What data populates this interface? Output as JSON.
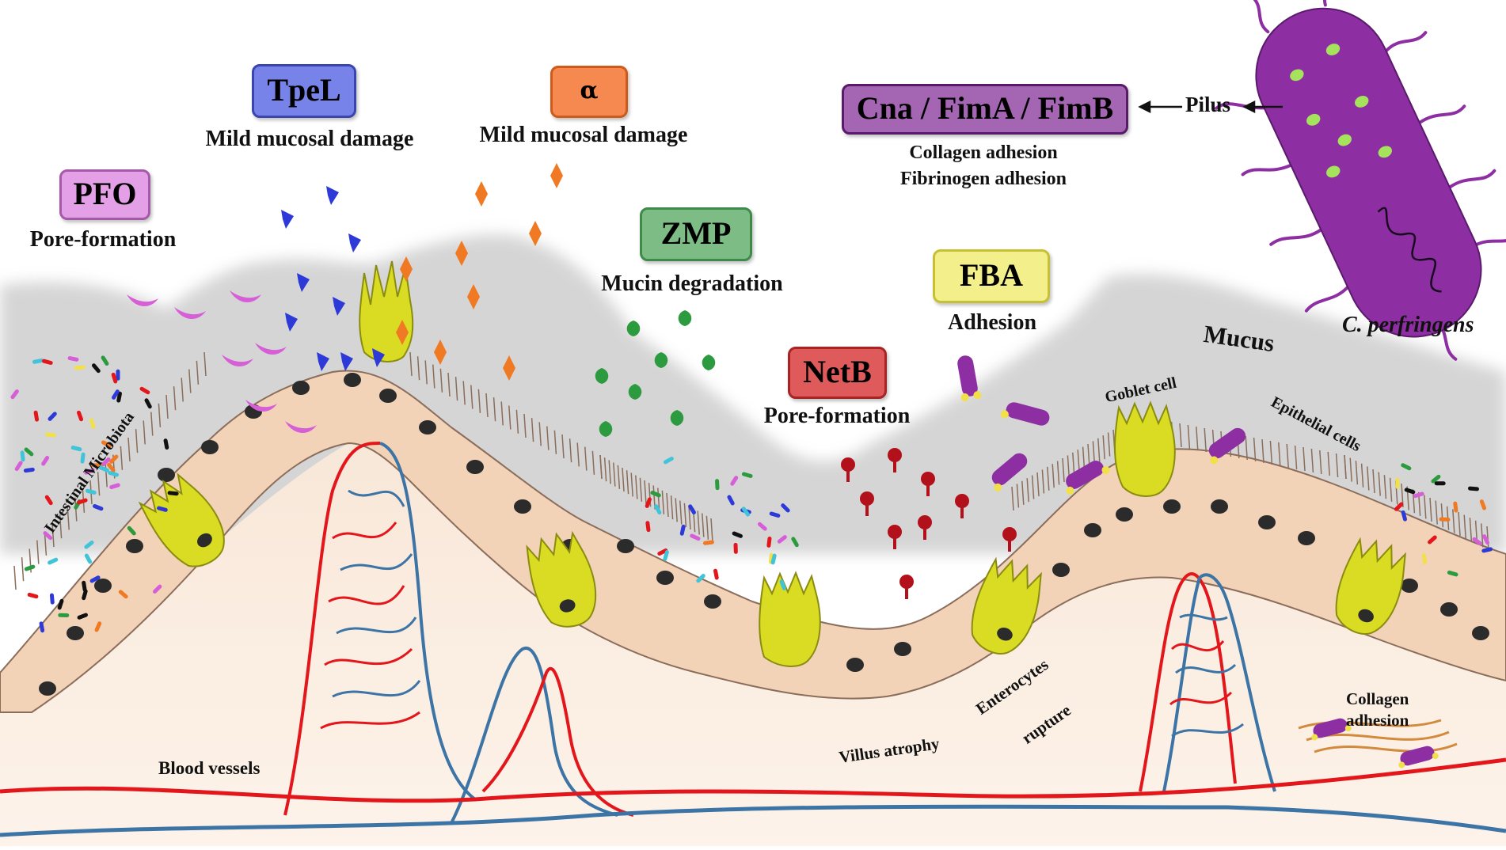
{
  "toxins": {
    "tpel": {
      "name": "TpeL",
      "effect": "Mild mucosal damage",
      "color": "#7783e8"
    },
    "alpha": {
      "name": "α",
      "effect": "Mild mucosal damage",
      "color": "#f5894f"
    },
    "pfo": {
      "name": "PFO",
      "effect": "Pore-formation",
      "color": "#e4a0e6"
    },
    "zmp": {
      "name": "ZMP",
      "effect": "Mucin degradation",
      "color": "#7dbd85"
    },
    "netb": {
      "name": "NetB",
      "effect": "Pore-formation",
      "color": "#df5a5a"
    },
    "fba": {
      "name": "FBA",
      "effect": "Adhesion",
      "color": "#f3ef8a"
    },
    "cna": {
      "name": "Cna / FimA / FimB",
      "effect_line1": "Collagen adhesion",
      "effect_line2": "Fibrinogen adhesion",
      "color": "#a466b3"
    }
  },
  "pilus_label": "Pilus",
  "bacterium_label": "C. perfringens",
  "tissue_labels": {
    "mucus": "Mucus",
    "goblet_cell": "Goblet cell",
    "epithelial_cells": "Epithelial cells",
    "intestinal_microbiota": "Intestinal Microbiota",
    "blood_vessels": "Blood vessels",
    "villus_atrophy": "Villus atrophy",
    "enterocytes_rupture_1": "Enterocytes",
    "enterocytes_rupture_2": "rupture",
    "collagen_adhesion_1": "Collagen",
    "collagen_adhesion_2": "adhesion"
  },
  "colors": {
    "cell_fill": "#f2d3b8",
    "cell_stroke": "#8b6d5b",
    "goblet": "#d9dc23",
    "mucus": "#c8c8c8",
    "artery": "#e3161b",
    "vein": "#3c74a6",
    "lamina": "#faeee4",
    "bacterium": "#8d2fa3",
    "spore": "#a5e35c"
  }
}
